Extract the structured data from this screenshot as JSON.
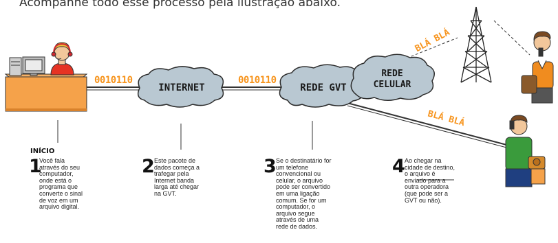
{
  "intro": "Acompanhe todo esse processo pela ilustração abaixo.",
  "clouds": {
    "internet": "INTERNET",
    "gvt": "REDE GVT",
    "celular_line1": "REDE",
    "celular_line2": "CELULAR"
  },
  "binary": [
    "0010110",
    "0010110"
  ],
  "bla": [
    "BLÁ BLÁ",
    "BLÁ BLÁ"
  ],
  "inicio": "INÍCIO",
  "steps": [
    {
      "num": "1",
      "lines": [
        "Você fala",
        "através do seu",
        "computador,",
        "onde está o",
        "programa que",
        "converte o sinal",
        "de voz em um",
        "arquivo digital."
      ]
    },
    {
      "num": "2",
      "lines": [
        "Este pacote de",
        "dados começa a",
        "trafegar pela",
        "Internet banda",
        "larga até chegar",
        "na GVT."
      ]
    },
    {
      "num": "3",
      "lines": [
        "Se o destinatário for",
        "um telefone",
        "convencional ou",
        "celular, o arquivo",
        "pode ser convertido",
        "em uma ligação",
        "comum. Se for um",
        "computador, o",
        "arquivo segue",
        "através de uma",
        "rede de dados."
      ]
    },
    {
      "num": "4",
      "lines": [
        "Ao chegar na",
        "cidade de destino,",
        "o arquivo é",
        "enviado para a",
        "outra operadora",
        "(que pode ser a",
        "GVT ou não)."
      ]
    }
  ],
  "colors": {
    "orange": "#f7941d",
    "desk": "#f5a24a",
    "cloud_fill": "#b9c8d2",
    "cloud_stroke": "#2b2b2b"
  }
}
